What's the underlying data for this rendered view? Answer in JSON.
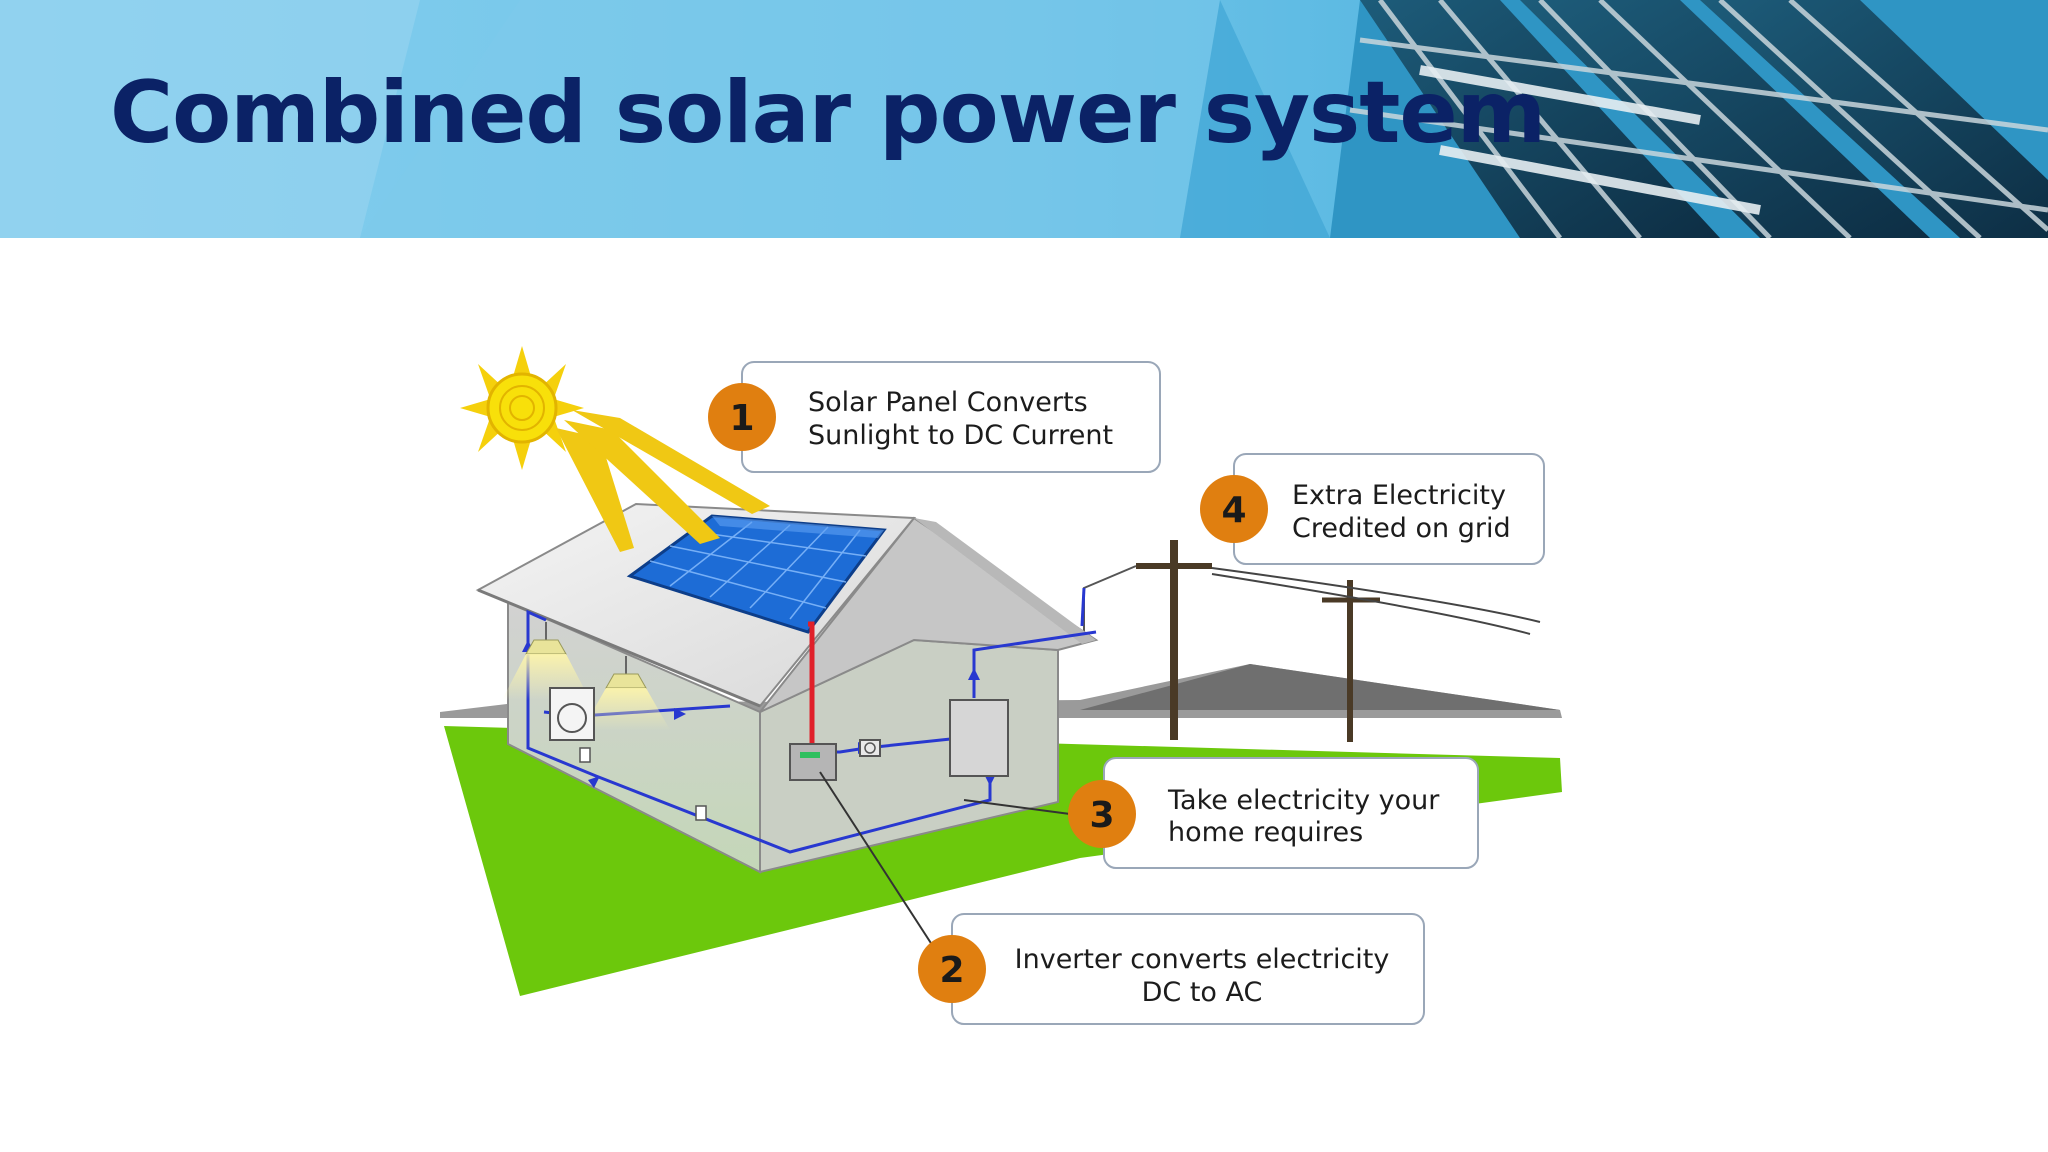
{
  "slide": {
    "title": "Combined solar power system"
  },
  "colors": {
    "title": "#0b2266",
    "header_light": "#8fd0ec",
    "header_mid": "#4fb3dc",
    "grass": "#6cc80c",
    "solar_panel": "#1d6cd6",
    "badge": "#e07f10",
    "wire_dc": "#e0202a",
    "wire_ac": "#2838d0"
  },
  "callouts": [
    {
      "number": "1",
      "line1": "Solar Panel Converts",
      "line2": "Sunlight to DC Current"
    },
    {
      "number": "2",
      "line1": "Inverter converts electricity",
      "line2": "DC to AC"
    },
    {
      "number": "3",
      "line1": "Take electricity your",
      "line2": "home requires"
    },
    {
      "number": "4",
      "line1": "Extra Electricity",
      "line2": "Credited on grid"
    }
  ],
  "icons": {
    "sun": "sun-icon",
    "house": "house-illustration",
    "panel": "solar-panel-icon",
    "inverter": "inverter-icon",
    "meter": "meter-icon",
    "poles": "utility-pole-icon"
  }
}
